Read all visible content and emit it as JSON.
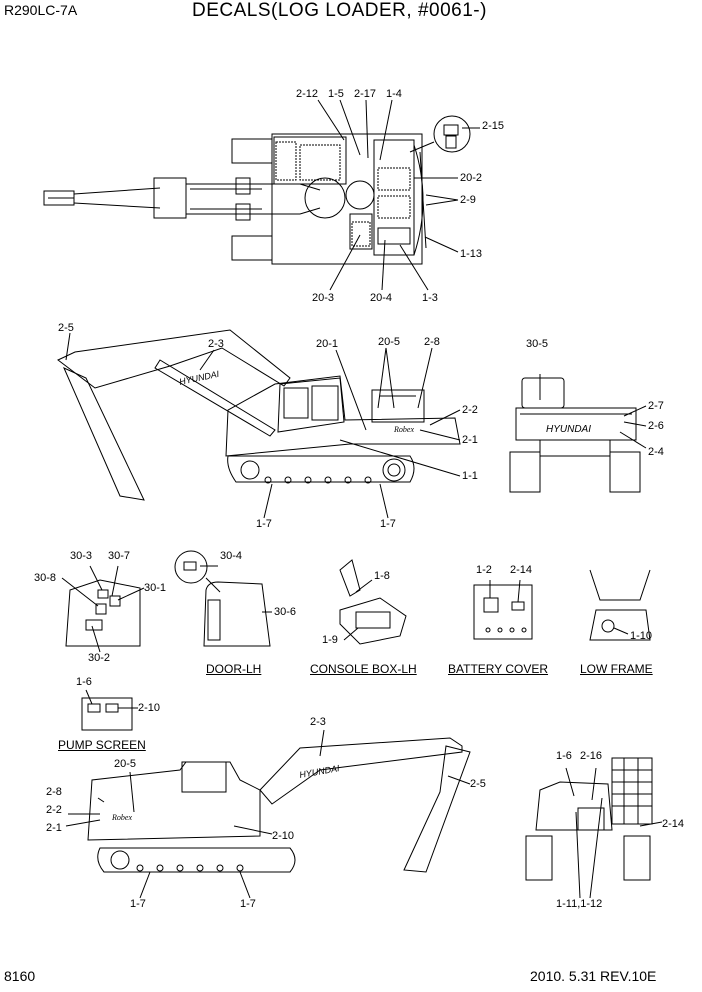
{
  "header": {
    "model": "R290LC-7A",
    "title": "DECALS(LOG LOADER, #0061-)"
  },
  "footer": {
    "page_number": "8160",
    "date_rev": "2010. 5.31  REV.10E"
  },
  "captions": {
    "door_lh": "DOOR-LH",
    "console_box_lh": "CONSOLE BOX-LH",
    "battery_cover": "BATTERY COVER",
    "low_frame": "LOW FRAME",
    "pump_screen": "PUMP SCREEN"
  },
  "brand_marks": {
    "hyundai": "HYUNDAI",
    "robex": "Robex"
  },
  "callouts": {
    "top_view": [
      "2-12",
      "1-5",
      "2-17",
      "1-4",
      "2-15",
      "20-2",
      "2-9",
      "1-13",
      "20-3",
      "20-4",
      "1-3"
    ],
    "side_view": [
      "2-5",
      "2-3",
      "20-1",
      "20-5",
      "2-8",
      "2-2",
      "2-1",
      "1-1",
      "1-7",
      "1-7"
    ],
    "rear_view": [
      "30-5",
      "2-7",
      "2-6",
      "2-4"
    ],
    "cab_detail": [
      "30-3",
      "30-7",
      "30-8",
      "30-1",
      "30-2"
    ],
    "door_detail": [
      "30-4",
      "30-6"
    ],
    "console_detail": [
      "1-8",
      "1-9"
    ],
    "battery_detail": [
      "1-2",
      "2-14"
    ],
    "low_frame_detail": [
      "1-10"
    ],
    "pump_detail": [
      "1-6",
      "2-10"
    ],
    "right_side_view": [
      "2-3",
      "20-5",
      "2-8",
      "2-2",
      "2-1",
      "2-5",
      "2-10",
      "1-7",
      "1-7"
    ],
    "rear_right_view": [
      "1-6",
      "2-16",
      "2-14",
      "1-11,1-12"
    ]
  }
}
